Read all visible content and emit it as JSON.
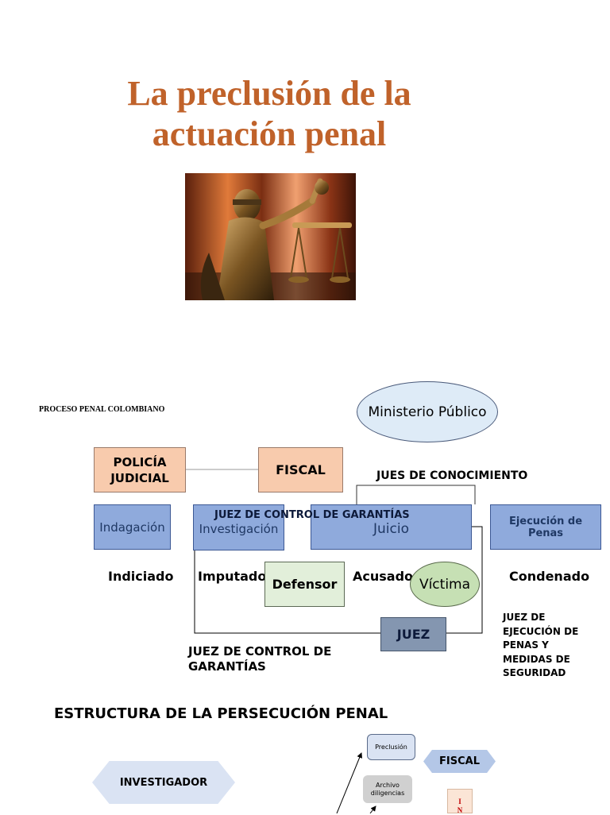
{
  "title": {
    "line1": "La preclusión de la",
    "line2": "actuación penal"
  },
  "diagram": {
    "heading": "PROCESO PENAL COLOMBIANO",
    "ministerio": "Ministerio Público",
    "policia": {
      "line1": "POLICÍA",
      "line2": "JUDICIAL"
    },
    "fiscal": "FISCAL",
    "jues_conocimiento": "JUES DE CONOCIMIENTO",
    "indagacion": "Indagación",
    "investigacion": "Investigación",
    "juez_control_inner": "JUEZ DE CONTROL DE GARANTÍAS",
    "juicio": "Juicio",
    "ejecucion": "Ejecución de Penas",
    "indiciado": "Indiciado",
    "imputado": "Imputado",
    "defensor": "Defensor",
    "acusado": "Acusado",
    "victima": "Víctima",
    "condenado": "Condenado",
    "juez": "JUEZ",
    "juez_control": {
      "line1": "JUEZ DE CONTROL DE",
      "line2": "GARANTÍAS"
    },
    "juez_ejecucion": {
      "line1": "JUEZ DE",
      "line2": "EJECUCIÓN DE",
      "line3": "PENAS Y",
      "line4": "MEDIDAS DE",
      "line5": "SEGURIDAD"
    }
  },
  "structure": {
    "heading": "ESTRUCTURA DE LA PERSECUCIÓN PENAL",
    "investigador": "INVESTIGADOR",
    "preclusion": "Preclusión",
    "archivo": {
      "line1": "Archivo",
      "line2": "diligencias"
    },
    "fiscal": "FISCAL",
    "vertical": {
      "letter1": "I",
      "letter2": "N"
    }
  },
  "colors": {
    "title": "#c0622a",
    "peach": "#f8cbad",
    "blue": "#8faadc",
    "green_light": "#e2efda",
    "green_oval": "#c6e0b4",
    "slate": "#8496b0",
    "oval_blue": "#deebf7",
    "hex_blue": "#dae3f3",
    "vertical_red": "#c00000"
  }
}
